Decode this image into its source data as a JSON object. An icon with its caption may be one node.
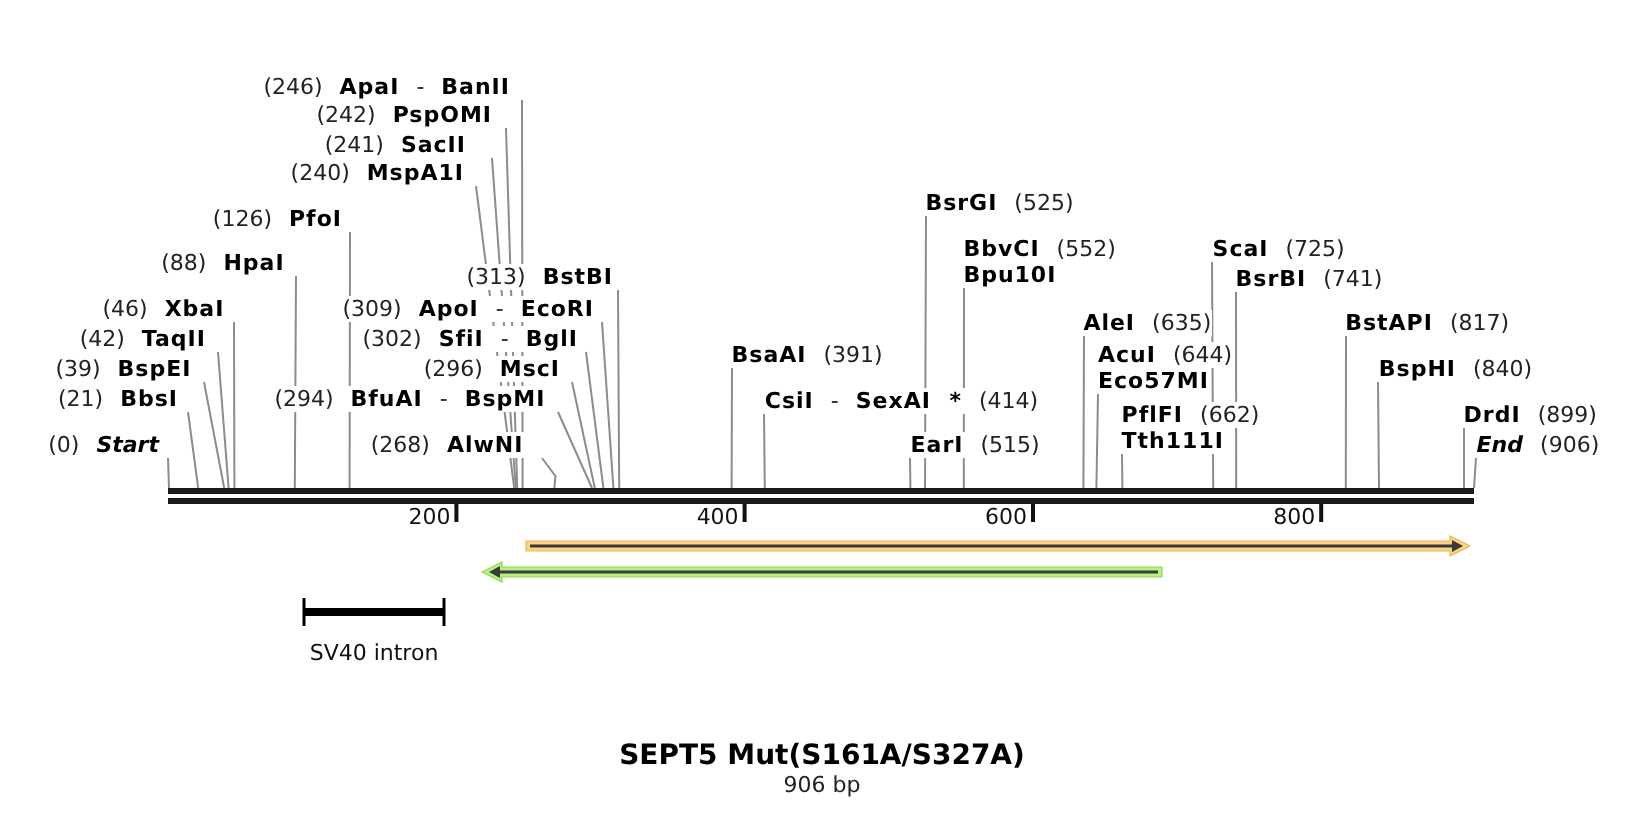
{
  "diagram": {
    "title": "SEPT5 Mut(S161A/S327A)",
    "nodes": [
      {
        "text": [
          "(246) **ApaI** - **BanII**"
        ]
      },
      {
        "text": [
          "(242) **PspOMI**"
        ]
      },
      {
        "text": [
          "(241) **SacII**"
        ]
      },
      {
        "text": [
          "(240) **MspA1I**"
        ]
      },
      {
        "text": [
          "**BsrGI** (525)"
        ]
      },
      {
        "text": [
          "(126) **PfoI**"
        ]
      },
      {
        "text": [
          "**BbvCI** (552)",
          "Bpu10I"
        ]
      },
      {
        "text": [
          "**ScaI** (725)"
        ]
      },
      {
        "text": [
          "(88) **HpaI**"
        ]
      },
      {
        "text": [
          "(313) **BstBI**"
        ]
      },
      {
        "text": [
          "**BsrBI** (741)"
        ]
      },
      {
        "text": [
          "(46) **XbaI**"
        ]
      },
      {
        "text": [
          "(309) **ApoI** - **EcoRI**"
        ]
      },
      {
        "text": [
          "**AleI** (635)"
        ]
      },
      {
        "text": [
          "**BstAPI** (817)"
        ]
      },
      {
        "text": [
          "(42) **TaqII**"
        ]
      },
      {
        "text": [
          "(302) **SfiI** - **BglI**"
        ]
      },
      {
        "text": [
          "**BsaAI** (391)"
        ]
      },
      {
        "text": [
          "**AcuI** (644)",
          "Eco57MI"
        ]
      },
      {
        "text": [
          "(39) **BspEI**"
        ]
      },
      {
        "text": [
          "(296) **MscI**"
        ]
      },
      {
        "text": [
          "**BspHI** (840)"
        ]
      },
      {
        "text": [
          "(21) **BbsI**"
        ]
      },
      {
        "text": [
          "(294) **BfuAI** - **BspMI**"
        ]
      },
      {
        "text": [
          "**CsiI** - **SexAI *** (414)"
        ]
      },
      {
        "text": [
          "**PflFI** (662)",
          "Tth111I"
        ]
      },
      {
        "text": [
          "**DrdI** (899)"
        ]
      },
      {
        "text": [
          "(0) *Start*"
        ]
      },
      {
        "text": [
          "(268) **AlwNI**"
        ]
      },
      {
        "text": [
          "**EarI** (515)"
        ]
      },
      {
        "text": [
          "*End* (906)"
        ]
      },
      {
        "text": [],
        "shape": "bar",
        "beside": [
          "200",
          "400",
          "600",
          "800"
        ]
      }
    ],
    "edges": [
      {
        "from": 0,
        "to": 31,
        "arrow": "none"
      },
      {
        "from": 1,
        "to": 31,
        "arrow": "none"
      },
      {
        "from": 2,
        "to": 31,
        "arrow": "none"
      },
      {
        "from": 3,
        "to": 31,
        "arrow": "none"
      },
      {
        "from": 4,
        "to": 31,
        "arrow": "none"
      },
      {
        "from": 5,
        "to": 31,
        "arrow": "none"
      },
      {
        "from": 6,
        "to": 31,
        "arrow": "none"
      },
      {
        "from": 7,
        "to": 31,
        "arrow": "none"
      },
      {
        "from": 8,
        "to": 31,
        "arrow": "none"
      },
      {
        "from": 9,
        "to": 31,
        "arrow": "none"
      },
      {
        "from": 10,
        "to": 31,
        "arrow": "none"
      },
      {
        "from": 11,
        "to": 31,
        "arrow": "none"
      },
      {
        "from": 12,
        "to": 31,
        "arrow": "none"
      },
      {
        "from": 13,
        "to": 31,
        "arrow": "none"
      },
      {
        "from": 14,
        "to": 31,
        "arrow": "none"
      },
      {
        "from": 15,
        "to": 31,
        "arrow": "none"
      },
      {
        "from": 16,
        "to": 31,
        "arrow": "none"
      },
      {
        "from": 17,
        "to": 31,
        "arrow": "none"
      },
      {
        "from": 18,
        "to": 31,
        "arrow": "none"
      },
      {
        "from": 19,
        "to": 31,
        "arrow": "none"
      },
      {
        "from": 20,
        "to": 31,
        "arrow": "none"
      },
      {
        "from": 21,
        "to": 31,
        "arrow": "none"
      },
      {
        "from": 22,
        "to": 31,
        "arrow": "none"
      },
      {
        "from": 23,
        "to": 31,
        "arrow": "none"
      },
      {
        "from": 24,
        "to": 31,
        "arrow": "none"
      },
      {
        "from": 25,
        "to": 31,
        "arrow": "none"
      },
      {
        "from": 26,
        "to": 31,
        "arrow": "none"
      },
      {
        "from": 27,
        "to": 31,
        "arrow": "none"
      },
      {
        "from": 28,
        "to": 31,
        "arrow": "none"
      },
      {
        "from": 29,
        "to": 31,
        "arrow": "none"
      },
      {
        "from": 30,
        "to": 31,
        "arrow": "none"
      }
    ],
    "labels": [
      "SV40 intron",
      "906 bp"
    ]
  }
}
